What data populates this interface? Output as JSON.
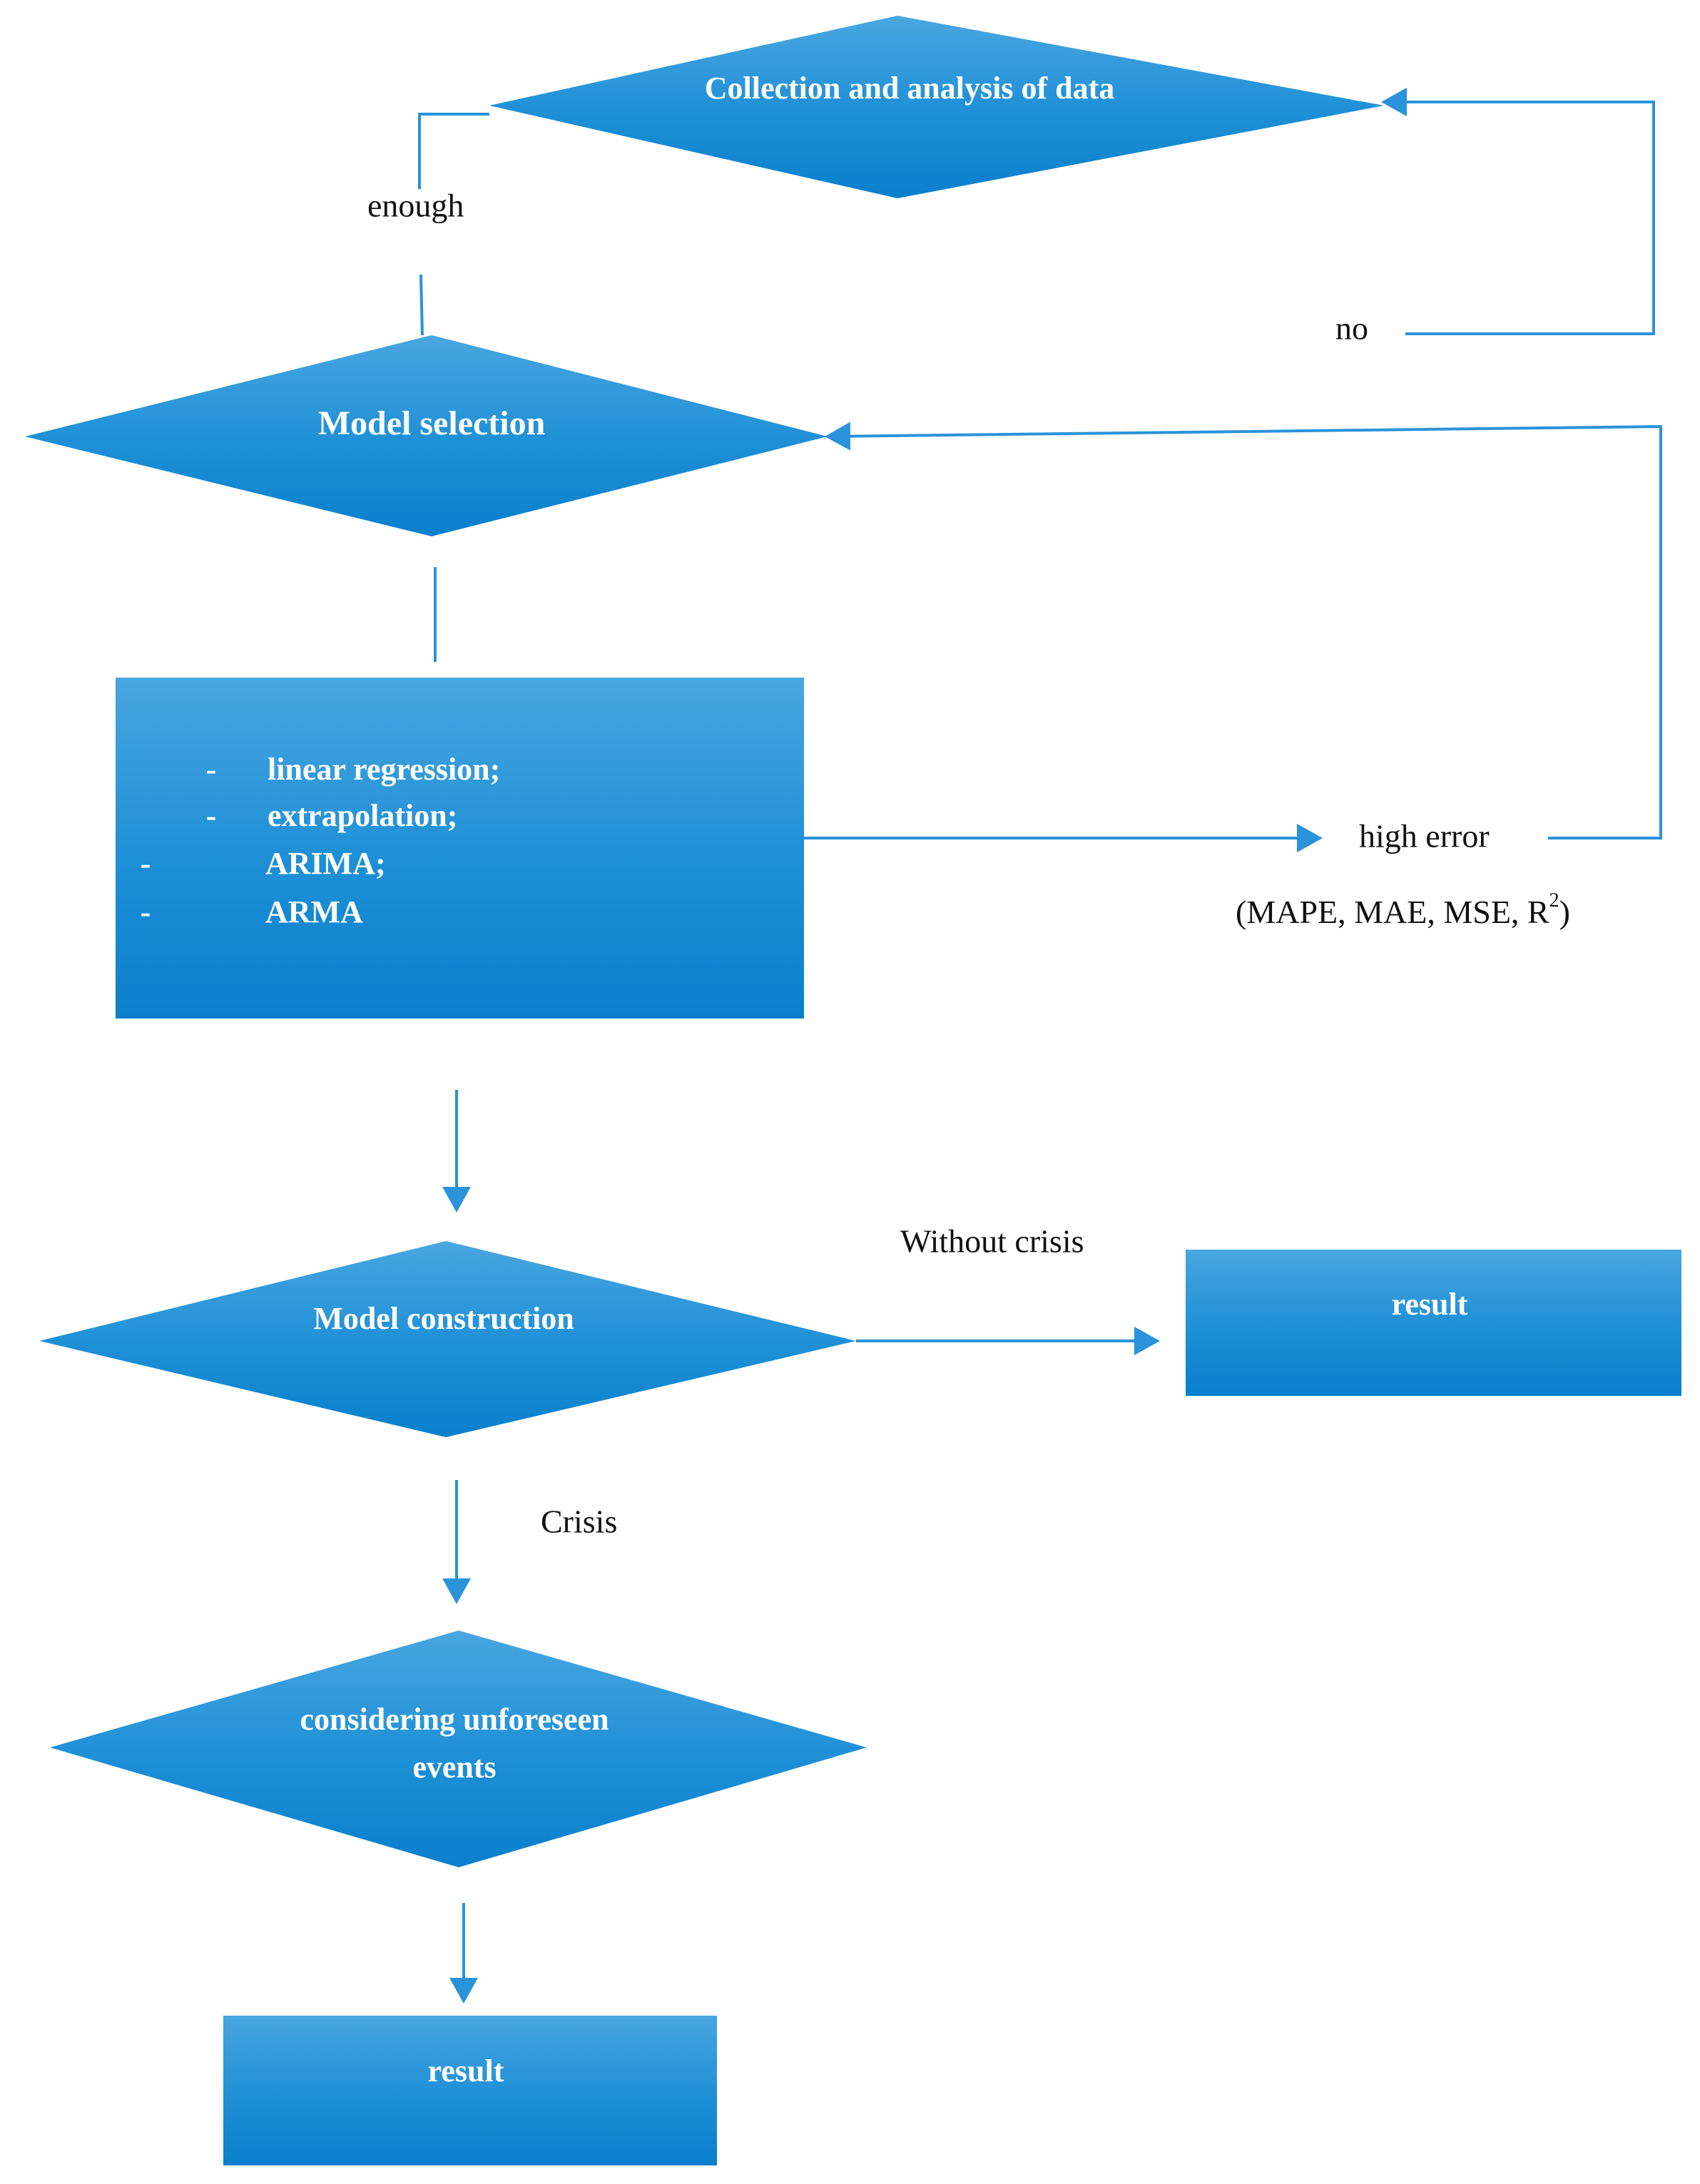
{
  "colors": {
    "shape_fill_top": "#49a6e0",
    "shape_fill_bottom": "#0a7fcc",
    "connector": "#2a93d9",
    "shape_text": "#ffffff",
    "label_text": "#111111"
  },
  "nodes": {
    "collection": {
      "text": "Collection and analysis of data"
    },
    "model_selection": {
      "text": "Model selection"
    },
    "methods": {
      "items": [
        {
          "bullet": "-",
          "text": "linear regression;"
        },
        {
          "bullet": "-",
          "text": "extrapolation;"
        },
        {
          "bullet": "-",
          "text": "ARIMA;"
        },
        {
          "bullet": "-",
          "text": "ARMA"
        }
      ]
    },
    "model_construction": {
      "text": "Model construction"
    },
    "result_right": {
      "text": "result"
    },
    "unforeseen": {
      "line1": "considering unforeseen",
      "line2": "events"
    },
    "result_bottom": {
      "text": "result"
    }
  },
  "labels": {
    "enough": "enough",
    "no": "no",
    "high_error": "high error",
    "metrics": "(MAPE, MAE, MSE, R",
    "metrics_sup": "2",
    "metrics_close": ")",
    "without_crisis": "Without crisis",
    "crisis": "Crisis"
  }
}
